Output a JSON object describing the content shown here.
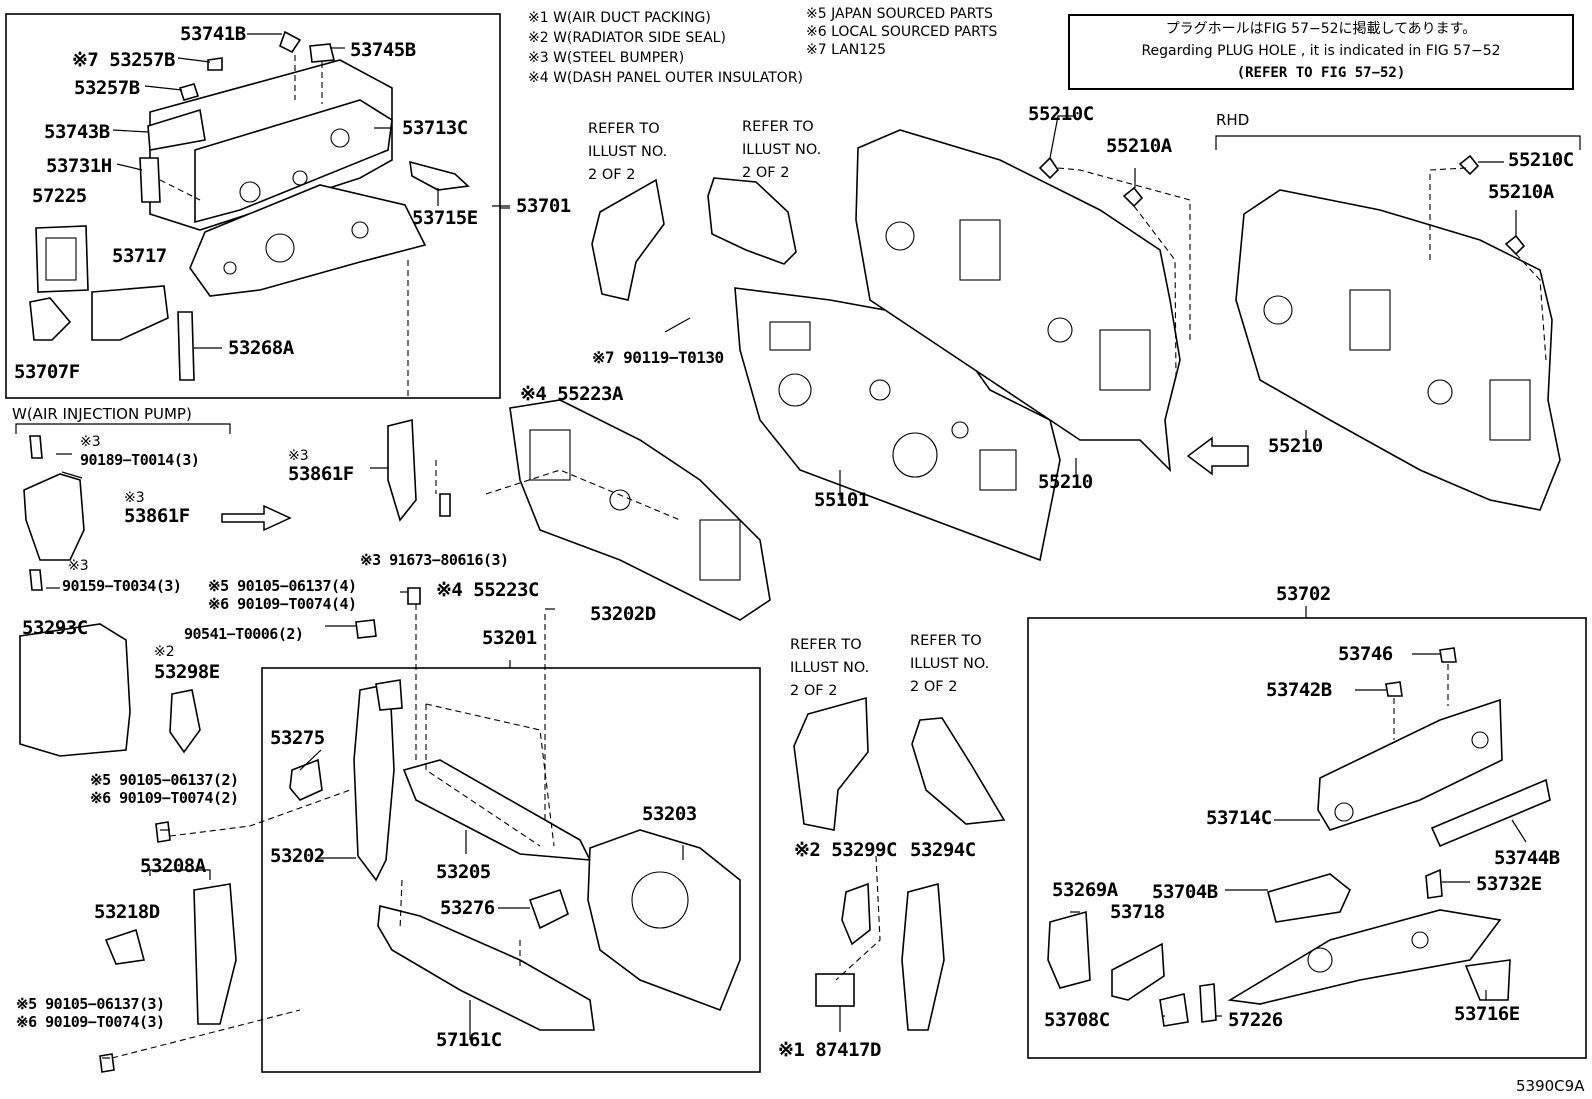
{
  "notes": [
    "※1 W(AIR DUCT PACKING)",
    "※2 W(RADIATOR SIDE SEAL)",
    "※3 W(STEEL BUMPER)",
    "※4 W(DASH PANEL OUTER INSULATOR)",
    "※5 JAPAN SOURCED PARTS",
    "※6 LOCAL SOURCED PARTS",
    "※7 LAN125"
  ],
  "plug_hole": {
    "jp": "プラグホールはFIG 57−52に掲載してあります。",
    "en": "Regarding  PLUG  HOLE , it is indicated in FIG  57−52",
    "ref": "(REFER  TO  FIG  57−52)"
  },
  "refer_text": "REFER TO\nILLUST NO.\n2 OF 2",
  "group_labels": {
    "air_injection": "W(AIR INJECTION PUMP)",
    "rhd": "RHD"
  },
  "image_code": "5390C9A",
  "labels": [
    "53741B",
    "53745B",
    "※7 53257B",
    "53257B",
    "53743B",
    "53713C",
    "53731H",
    "53715E",
    "57225",
    "53701",
    "53717",
    "53268A",
    "53707F",
    "※3",
    "90189−T0014(3)",
    "※3",
    "53861F",
    "※3",
    "90159−T0034(3)",
    "※3",
    "53861F",
    "※3 91673−80616(3)",
    "※5 90105−06137(4)",
    "※6 90109−T0074(4)",
    "90541−T0006(2)",
    "53293C",
    "※2",
    "53298E",
    "※5 90105−06137(2)",
    "※6 90109−T0074(2)",
    "53208A",
    "53218D",
    "※5 90105−06137(3)",
    "※6 90109−T0074(3)",
    "53201",
    "53275",
    "53202",
    "53205",
    "53276",
    "53203",
    "57161C",
    "※4 55223A",
    "※4 55223C",
    "53202D",
    "※7 90119−T0130",
    "55101",
    "55210C",
    "55210A",
    "55210",
    "55210C",
    "55210A",
    "55210",
    "※2 53299C",
    "53294C",
    "※1 87417D",
    "53702",
    "53746",
    "53742B",
    "53714C",
    "53744B",
    "53732E",
    "53269A",
    "53718",
    "53704B",
    "53708C",
    "57226",
    "53716E"
  ]
}
